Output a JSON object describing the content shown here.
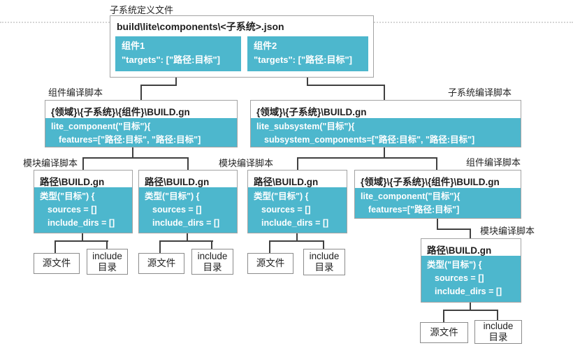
{
  "labels": {
    "top": "子系统定义文件",
    "component_left": "组件编译脚本",
    "subsystem": "子系统编译脚本",
    "module_left": "模块编译脚本",
    "module_mid": "模块编译脚本",
    "component_right": "组件编译脚本",
    "module_bottom": "模块编译脚本"
  },
  "nodes": {
    "subsystem_json": {
      "title": "build\\lite\\components\\<子系统>.json",
      "comp1_name": "组件1",
      "comp1_code": "\"targets\": [\"路径:目标\"]",
      "comp2_name": "组件2",
      "comp2_code": "\"targets\": [\"路径:目标\"]"
    },
    "component_left": {
      "title": "{领域}\\{子系统}\\{组件}\\BUILD.gn",
      "line1": "lite_component(\"目标\"){",
      "line2": "features=[\"路径:目标\", \"路径:目标\"]"
    },
    "subsystem": {
      "title": "{领域}\\{子系统}\\BUILD.gn",
      "line1": "lite_subsystem(\"目标\"){",
      "line2": "subsystem_components=[\"路径:目标\", \"路径:目标\"]"
    },
    "component_right": {
      "title": "{领域}\\{子系统}\\{组件}\\BUILD.gn",
      "line1": "lite_component(\"目标\"){",
      "line2": "features=[\"路径:目标\"]"
    },
    "module": {
      "title": "路径\\BUILD.gn",
      "line1": "类型(\"目标\") {",
      "line2": "sources = []",
      "line3": "include_dirs = []"
    },
    "leaf": {
      "source": "源文件",
      "include_line1": "include",
      "include_line2": "目录"
    }
  },
  "colors": {
    "node_fill": "#4db7cd",
    "connector_line": "#404040",
    "box_border": "#a3a3a3",
    "dotted_line": "#d6d6d6"
  }
}
